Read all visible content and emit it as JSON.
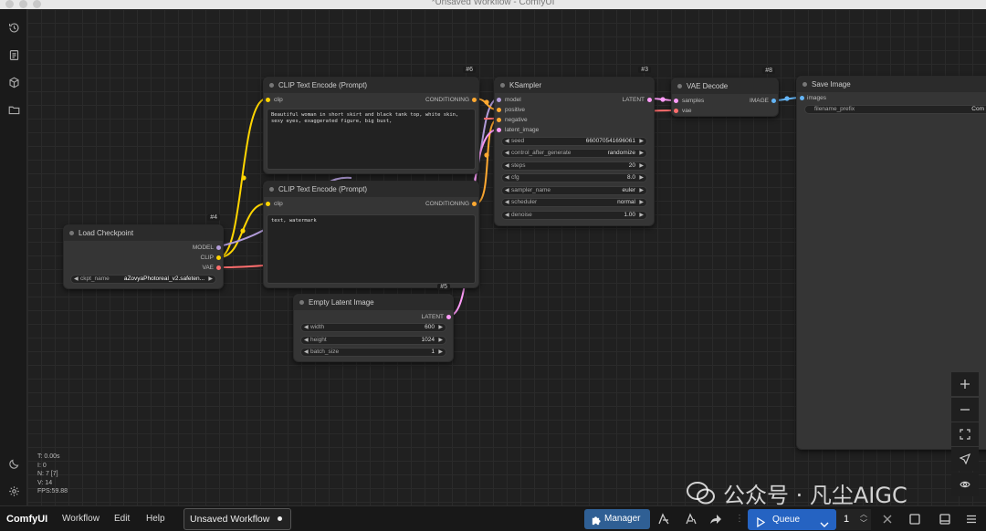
{
  "window": {
    "title": "*Unsaved Workflow - ComfyUI"
  },
  "nodes": {
    "clip_top": {
      "id": "#6",
      "title": "CLIP Text Encode (Prompt)",
      "input": "clip",
      "output": "CONDITIONING",
      "text": "Beautiful woman in short skirt and black tank top, white skin,\nsexy eyes, exaggerated figure, big bust,"
    },
    "clip_bottom": {
      "id": "",
      "title": "CLIP Text Encode (Prompt)",
      "input": "clip",
      "output": "CONDITIONING",
      "text": "text, watermark"
    },
    "ksampler": {
      "id": "#3",
      "title": "KSampler",
      "inputs": [
        "model",
        "positive",
        "negative",
        "latent_image"
      ],
      "output": "LATENT",
      "widgets": [
        {
          "name": "seed",
          "value": "660070541696061"
        },
        {
          "name": "control_after_generate",
          "value": "randomize"
        },
        {
          "name": "steps",
          "value": "20"
        },
        {
          "name": "cfg",
          "value": "8.0"
        },
        {
          "name": "sampler_name",
          "value": "euler"
        },
        {
          "name": "scheduler",
          "value": "normal"
        },
        {
          "name": "denoise",
          "value": "1.00"
        }
      ]
    },
    "vae_decode": {
      "id": "#8",
      "title": "VAE Decode",
      "inputs": [
        "samples",
        "vae"
      ],
      "output": "IMAGE"
    },
    "save_image": {
      "title": "Save Image",
      "input": "images",
      "widgets": [
        {
          "name": "filename_prefix",
          "value": "Com"
        }
      ]
    },
    "load_checkpoint": {
      "id": "#4",
      "title": "Load Checkpoint",
      "outputs": [
        "MODEL",
        "CLIP",
        "VAE"
      ],
      "widgets": [
        {
          "name": "ckpt_name",
          "value": "aZovyaPhotoreal_v2.safeten..."
        }
      ]
    },
    "empty_latent": {
      "id": "#5",
      "title": "Empty Latent Image",
      "output": "LATENT",
      "widgets": [
        {
          "name": "width",
          "value": "600"
        },
        {
          "name": "height",
          "value": "1024"
        },
        {
          "name": "batch_size",
          "value": "1"
        }
      ]
    }
  },
  "stats": {
    "t": "T: 0.00s",
    "i": "I: 0",
    "n": "N: 7 [7]",
    "v": "V: 14",
    "fps": "FPS:59.88"
  },
  "watermark": {
    "text": "公众号 · 凡尘AIGC"
  },
  "bottom_bar": {
    "logo": "ComfyUI",
    "menu": [
      "Workflow",
      "Edit",
      "Help"
    ],
    "workflow_tab": "Unsaved Workflow",
    "manager": "Manager",
    "queue": "Queue",
    "queue_count": "1"
  },
  "colors": {
    "clip_wire": "#ffd500",
    "model_wire": "#b39ddb",
    "vae_wire": "#ff6e6e",
    "latent_wire": "#ff9cf9",
    "image_wire": "#64b5f6",
    "conditioning_wire": "#ffa931",
    "queue_button": "#2563c2",
    "manager_button": "#2f5f94"
  },
  "icons": {
    "sidebar": [
      "history-icon",
      "document-icon",
      "cube-icon",
      "folder-icon"
    ],
    "sidebar_bottom": [
      "moon-icon",
      "settings-icon"
    ],
    "canvas_controls": [
      "zoom-in-icon",
      "zoom-out-icon",
      "fit-view-icon",
      "select-mode-icon",
      "eye-icon"
    ]
  }
}
